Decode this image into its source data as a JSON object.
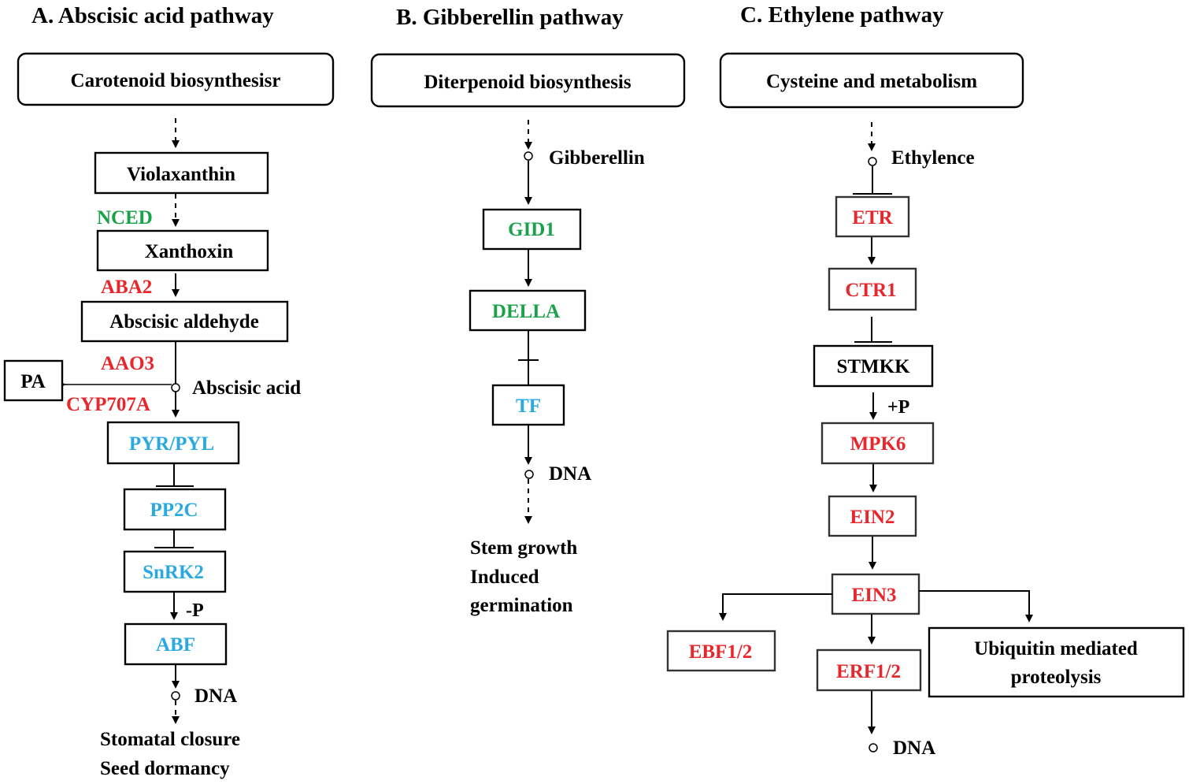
{
  "colors": {
    "black": "#000000",
    "green": "#1aa24a",
    "red": "#e8262b",
    "blue": "#29a9e0"
  },
  "panels": {
    "a": {
      "title": "A. Abscisic acid pathway",
      "source": "Carotenoid biosynthesisr",
      "violaxanthin": "Violaxanthin",
      "nced": "NCED",
      "xanthoxin": "Xanthoxin",
      "aba2": "ABA2",
      "abscisic_aldehyde": "Abscisic aldehyde",
      "aao3": "AAO3",
      "pa": "PA",
      "abscisic_acid": "Abscisic acid",
      "cyp707a": "CYP707A",
      "pyr_pyl": "PYR/PYL",
      "pp2c": "PP2C",
      "snrk2": "SnRK2",
      "minus_p": "-P",
      "abf": "ABF",
      "dna": "DNA",
      "outcome_1": "Stomatal closure",
      "outcome_2": "Seed dormancy"
    },
    "b": {
      "title": "B. Gibberellin pathway",
      "source": "Diterpenoid biosynthesis",
      "gibberellin": "Gibberellin",
      "gid1": "GID1",
      "della": "DELLA",
      "tf": "TF",
      "dna": "DNA",
      "outcome_1": "Stem growth",
      "outcome_2": "Induced",
      "outcome_3": "germination"
    },
    "c": {
      "title": "C. Ethylene pathway",
      "source": "Cysteine and metabolism",
      "ethylence": "Ethylence",
      "etr": "ETR",
      "ctr1": "CTR1",
      "stmkk": "STMKK",
      "plus_p": "+P",
      "mpk6": "MPK6",
      "ein2": "EIN2",
      "ein3": "EIN3",
      "ebf12": "EBF1/2",
      "erf12": "ERF1/2",
      "ubiquitin_1": "Ubiquitin mediated",
      "ubiquitin_2": "proteolysis",
      "dna": "DNA"
    }
  }
}
